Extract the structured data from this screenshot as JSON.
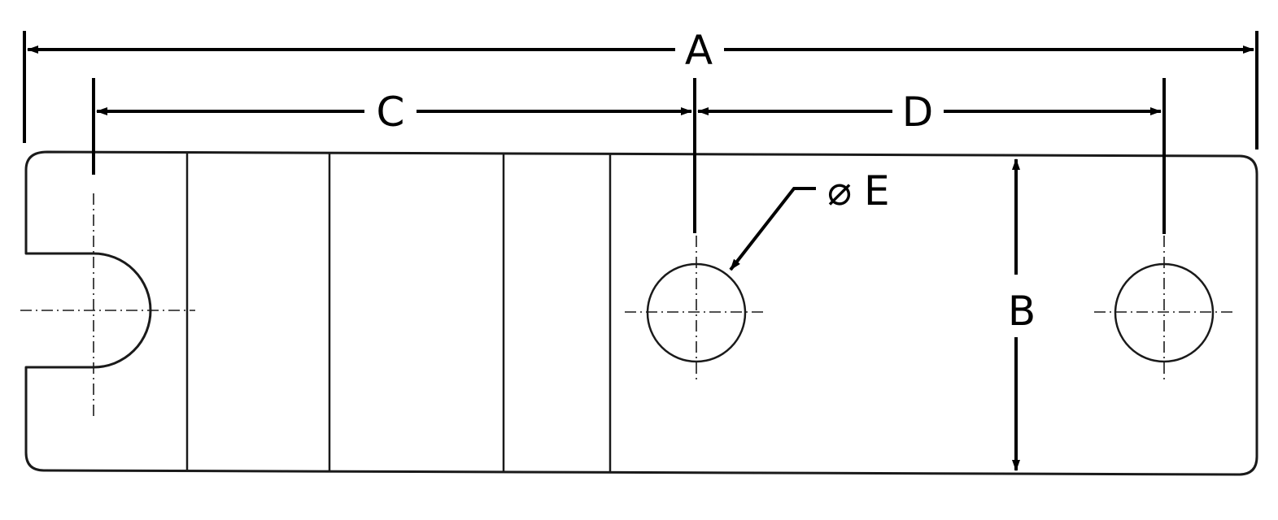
{
  "dimensions": {
    "overall_length": {
      "label": "A"
    },
    "width": {
      "label": "B"
    },
    "slot_to_first_hole": {
      "label": "C"
    },
    "hole_spacing": {
      "label": "D"
    },
    "hole_diameter": {
      "label": "E",
      "symbol": "⌀"
    }
  }
}
